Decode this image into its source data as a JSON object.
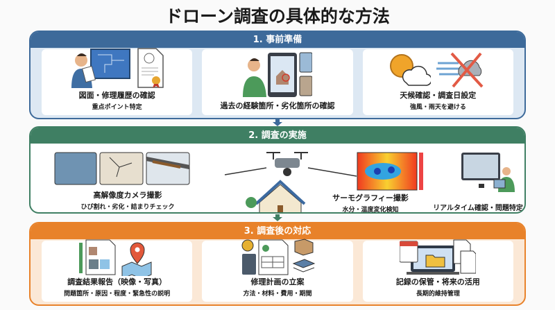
{
  "title": "ドローン調査の具体的な方法",
  "sections": [
    {
      "heading": "1. 事前準備",
      "color": "#3d6a9a",
      "items": [
        {
          "title": "図面・修理履歴の確認",
          "sub": "重点ポイント特定",
          "icons": [
            "person-with-blueprint-icon",
            "certificate-document-icon"
          ]
        },
        {
          "title": "過去の経験箇所・劣化箇所の確認",
          "sub": "",
          "icons": [
            "person-with-tablet-icon",
            "damage-photo-icon"
          ]
        },
        {
          "title": "天候確認・調査日設定",
          "sub": "強風・雨天を避ける",
          "icons": [
            "sun-cloud-icon",
            "no-wind-rain-icon"
          ]
        }
      ]
    },
    {
      "heading": "2. 調査の実施",
      "color": "#3f7f63",
      "items": [
        {
          "title": "高解像度カメラ撮影",
          "sub": "ひび割れ・劣化・詰まりチェック"
        },
        {
          "title": "サーモグラフィー撮影",
          "sub": "水分・温度変化検知"
        },
        {
          "title": "リアルタイム確認・問題特定",
          "sub": ""
        }
      ]
    },
    {
      "heading": "3. 調査後の対応",
      "color": "#e8822a",
      "items": [
        {
          "title": "調査結果報告（映像・写真）",
          "sub": "問題箇所・原因・程度・緊急性の説明"
        },
        {
          "title": "修理計画の立案",
          "sub": "方法・材料・費用・期間"
        },
        {
          "title": "記録の保管・将来の活用",
          "sub": "長期的維持管理"
        }
      ]
    }
  ]
}
